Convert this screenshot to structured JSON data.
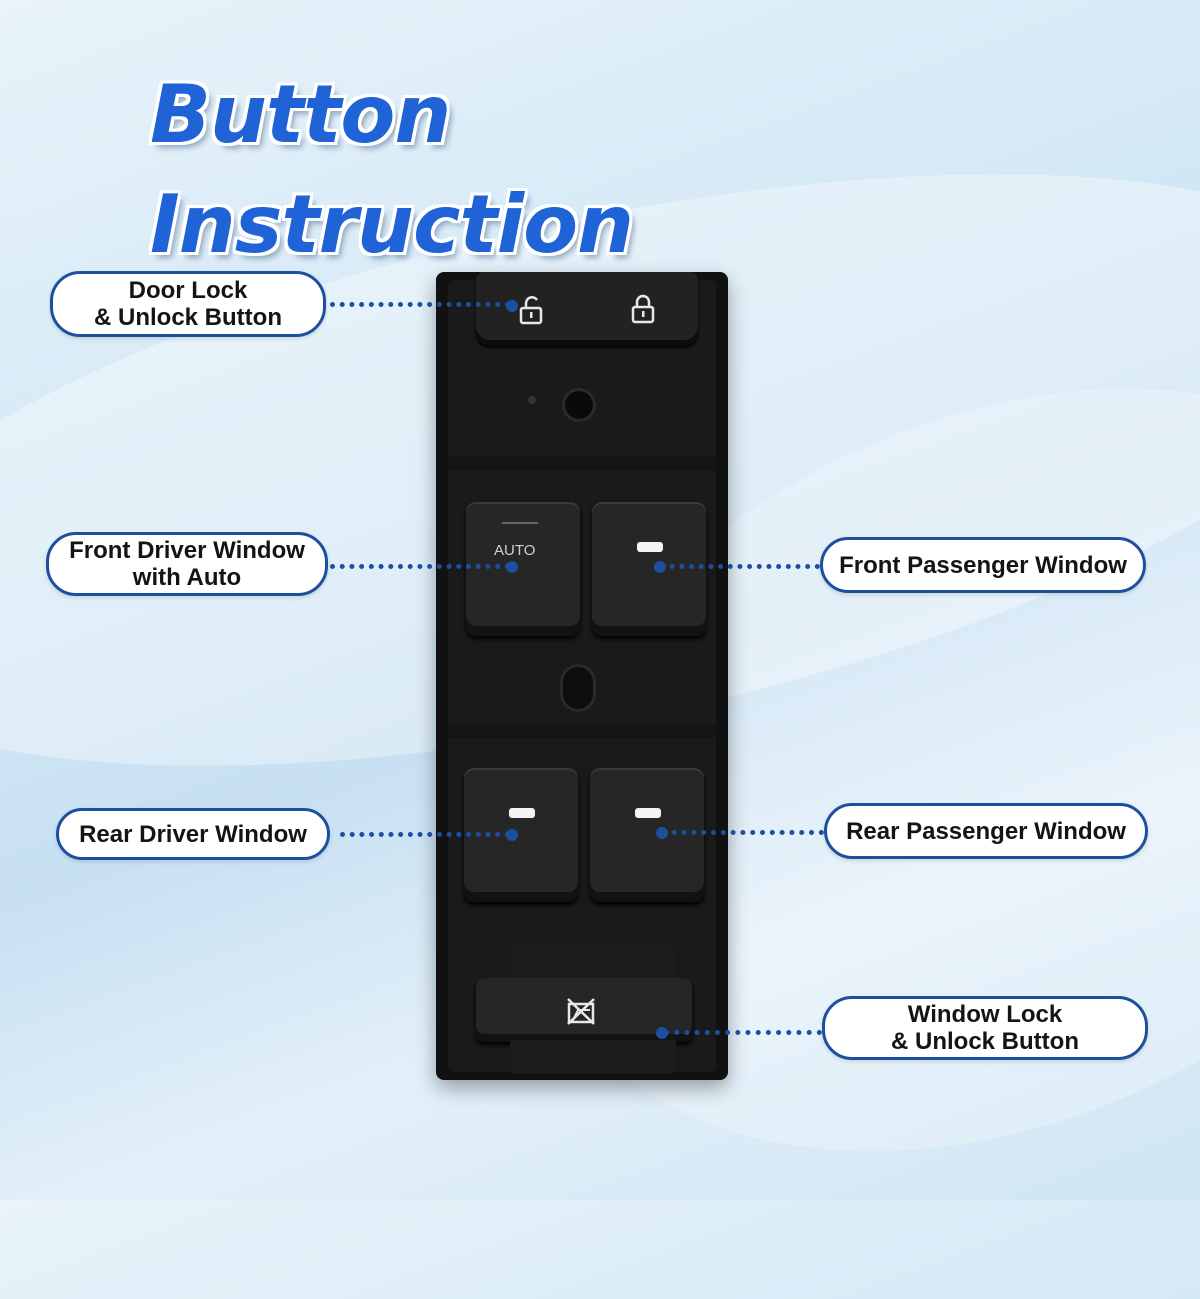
{
  "title": "Button Instruction",
  "labels": {
    "door_lock": "Door Lock\n& Unlock Button",
    "front_driver": "Front Driver Window\nwith Auto",
    "front_passenger": "Front Passenger Window",
    "rear_driver": "Rear Driver Window",
    "rear_passenger": "Rear Passenger Window",
    "window_lock": "Window Lock\n& Unlock Button"
  },
  "switch": {
    "auto_text": "AUTO"
  },
  "colors": {
    "title": "#1f63d6",
    "accent": "#1c4fa0",
    "panel": "#1a1a1a"
  }
}
